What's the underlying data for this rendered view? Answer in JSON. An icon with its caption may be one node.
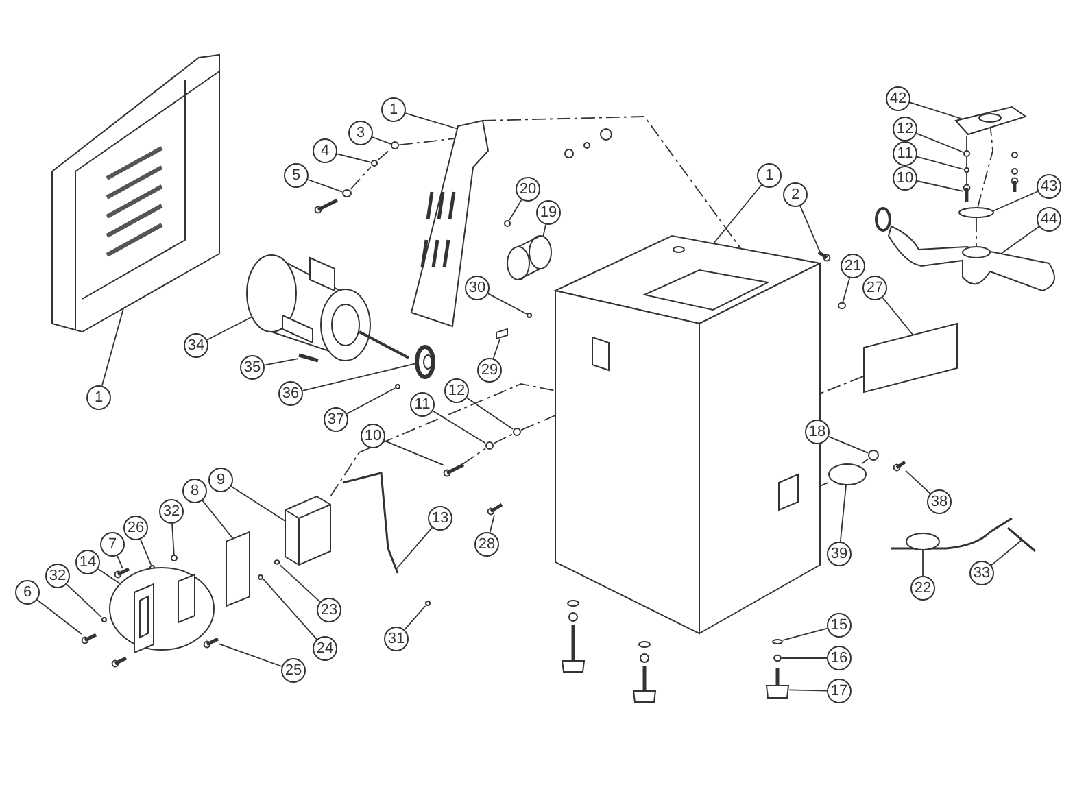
{
  "diagram": {
    "nodes": [
      {
        "text": [
          "42"
        ]
      },
      {
        "text": [
          "1"
        ]
      },
      {
        "text": [
          "12"
        ]
      },
      {
        "text": [
          "3"
        ]
      },
      {
        "text": [
          "4"
        ]
      },
      {
        "text": [
          "11"
        ]
      },
      {
        "text": [
          "1"
        ]
      },
      {
        "text": [
          "5"
        ]
      },
      {
        "text": [
          "10"
        ]
      },
      {
        "text": [
          "43"
        ]
      },
      {
        "text": [
          "20"
        ]
      },
      {
        "text": [
          "2"
        ]
      },
      {
        "text": [
          "19"
        ]
      },
      {
        "text": [
          "44"
        ]
      },
      {
        "text": [
          "21"
        ]
      },
      {
        "text": [
          "30"
        ]
      },
      {
        "text": [
          "27"
        ]
      },
      {
        "text": [
          "34"
        ]
      },
      {
        "text": [
          "35"
        ]
      },
      {
        "text": [
          "29"
        ]
      },
      {
        "text": [
          "12"
        ]
      },
      {
        "text": [
          "36"
        ]
      },
      {
        "text": [
          "1"
        ]
      },
      {
        "text": [
          "11"
        ]
      },
      {
        "text": [
          "37"
        ]
      },
      {
        "text": [
          "18"
        ]
      },
      {
        "text": [
          "10"
        ]
      },
      {
        "text": [
          "9"
        ]
      },
      {
        "text": [
          "8"
        ]
      },
      {
        "text": [
          "38"
        ]
      },
      {
        "text": [
          "32"
        ]
      },
      {
        "text": [
          "13"
        ]
      },
      {
        "text": [
          "26"
        ]
      },
      {
        "text": [
          "28"
        ]
      },
      {
        "text": [
          "7"
        ]
      },
      {
        "text": [
          "39"
        ]
      },
      {
        "text": [
          "14"
        ]
      },
      {
        "text": [
          "33"
        ]
      },
      {
        "text": [
          "32"
        ]
      },
      {
        "text": [
          "22"
        ]
      },
      {
        "text": [
          "6"
        ]
      },
      {
        "text": [
          "15"
        ]
      },
      {
        "text": [
          "23"
        ]
      },
      {
        "text": [
          "16"
        ]
      },
      {
        "text": [
          "31"
        ]
      },
      {
        "text": [
          "24"
        ]
      },
      {
        "text": [
          "17"
        ]
      },
      {
        "text": [
          "25"
        ]
      },
      {
        "text": [],
        "shape": "picture"
      },
      {
        "text": [],
        "shape": "picture"
      },
      {
        "text": [],
        "shape": "circle"
      },
      {
        "text": [],
        "shape": "circle"
      },
      {
        "text": [],
        "shape": "circle"
      },
      {
        "text": [],
        "shape": "picture"
      },
      {
        "text": [],
        "shape": "picture"
      },
      {
        "text": [],
        "shape": "picture"
      },
      {
        "text": [],
        "shape": "circle"
      },
      {
        "text": [],
        "shape": "circle"
      },
      {
        "text": [],
        "shape": "picture"
      },
      {
        "text": [],
        "shape": "picture"
      },
      {
        "text": [],
        "shape": "picture"
      },
      {
        "text": [],
        "shape": "circle"
      },
      {
        "text": [],
        "shape": "box"
      },
      {
        "text": [],
        "shape": "picture"
      },
      {
        "text": [],
        "shape": "circle"
      },
      {
        "text": [],
        "shape": "circle"
      },
      {
        "text": [],
        "shape": "picture"
      },
      {
        "text": [],
        "shape": "circle"
      },
      {
        "text": [],
        "shape": "picture"
      },
      {
        "text": [],
        "shape": "circle"
      },
      {
        "text": [],
        "shape": "box"
      },
      {
        "text": [],
        "shape": "circle"
      },
      {
        "text": [],
        "shape": "circle"
      },
      {
        "text": [],
        "shape": "picture"
      },
      {
        "text": [],
        "shape": "picture"
      },
      {
        "text": [],
        "shape": "box"
      },
      {
        "text": [],
        "shape": "circle"
      },
      {
        "text": [],
        "shape": "picture"
      },
      {
        "text": [],
        "shape": "circle"
      },
      {
        "text": [],
        "shape": "picture"
      },
      {
        "text": [],
        "shape": "picture"
      },
      {
        "text": [],
        "shape": "picture"
      },
      {
        "text": [],
        "shape": "circle"
      },
      {
        "text": [],
        "shape": "picture"
      },
      {
        "text": [],
        "shape": "circle"
      },
      {
        "text": [],
        "shape": "circle"
      },
      {
        "text": [],
        "shape": "picture"
      },
      {
        "text": [],
        "shape": "circle"
      },
      {
        "text": [],
        "shape": "circle"
      },
      {
        "text": [],
        "shape": "picture"
      },
      {
        "text": [],
        "shape": "circle"
      },
      {
        "text": [],
        "shape": "picture"
      },
      {
        "text": [],
        "shape": "picture"
      },
      {
        "text": [],
        "shape": "circle"
      },
      {
        "text": [],
        "shape": "circle"
      },
      {
        "text": [],
        "shape": "picture"
      }
    ],
    "edges": [
      {
        "from": 0,
        "to": 63,
        "arrow": "none"
      },
      {
        "from": 1,
        "to": 49,
        "arrow": "none"
      },
      {
        "from": 2,
        "to": 64,
        "arrow": "none"
      },
      {
        "from": 3,
        "to": 50,
        "arrow": "none"
      },
      {
        "from": 4,
        "to": 51,
        "arrow": "none"
      },
      {
        "from": 5,
        "to": 65,
        "arrow": "none"
      },
      {
        "from": 6,
        "to": 59,
        "arrow": "none"
      },
      {
        "from": 7,
        "to": 52,
        "arrow": "none"
      },
      {
        "from": 8,
        "to": 66,
        "arrow": "none"
      },
      {
        "from": 9,
        "to": 67,
        "arrow": "none"
      },
      {
        "from": 10,
        "to": 57,
        "arrow": "none"
      },
      {
        "from": 11,
        "to": 60,
        "arrow": "none"
      },
      {
        "from": 12,
        "to": 58,
        "arrow": "none"
      },
      {
        "from": 13,
        "to": 68,
        "arrow": "none"
      },
      {
        "from": 14,
        "to": 61,
        "arrow": "none"
      },
      {
        "from": 15,
        "to": 69,
        "arrow": "none"
      },
      {
        "from": 16,
        "to": 62,
        "arrow": "none"
      },
      {
        "from": 17,
        "to": 53,
        "arrow": "none"
      },
      {
        "from": 18,
        "to": 54,
        "arrow": "none"
      },
      {
        "from": 19,
        "to": 70,
        "arrow": "none"
      },
      {
        "from": 20,
        "to": 71,
        "arrow": "none"
      },
      {
        "from": 21,
        "to": 55,
        "arrow": "none"
      },
      {
        "from": 22,
        "to": 48,
        "arrow": "none"
      },
      {
        "from": 23,
        "to": 72,
        "arrow": "none"
      },
      {
        "from": 24,
        "to": 56,
        "arrow": "none"
      },
      {
        "from": 25,
        "to": 88,
        "arrow": "none"
      },
      {
        "from": 26,
        "to": 73,
        "arrow": "none"
      },
      {
        "from": 27,
        "to": 74,
        "arrow": "none"
      },
      {
        "from": 28,
        "to": 75,
        "arrow": "none"
      },
      {
        "from": 29,
        "to": 89,
        "arrow": "none"
      },
      {
        "from": 30,
        "to": 76,
        "arrow": "none"
      },
      {
        "from": 31,
        "to": 77,
        "arrow": "none"
      },
      {
        "from": 32,
        "to": 78,
        "arrow": "none"
      },
      {
        "from": 33,
        "to": 79,
        "arrow": "none"
      },
      {
        "from": 34,
        "to": 80,
        "arrow": "none"
      },
      {
        "from": 35,
        "to": 90,
        "arrow": "none"
      },
      {
        "from": 36,
        "to": 81,
        "arrow": "none"
      },
      {
        "from": 37,
        "to": 92,
        "arrow": "none"
      },
      {
        "from": 38,
        "to": 82,
        "arrow": "none"
      },
      {
        "from": 39,
        "to": 91,
        "arrow": "none"
      },
      {
        "from": 40,
        "to": 83,
        "arrow": "none"
      },
      {
        "from": 41,
        "to": 93,
        "arrow": "none"
      },
      {
        "from": 42,
        "to": 84,
        "arrow": "none"
      },
      {
        "from": 43,
        "to": 94,
        "arrow": "none"
      },
      {
        "from": 44,
        "to": 87,
        "arrow": "none"
      },
      {
        "from": 45,
        "to": 85,
        "arrow": "none"
      },
      {
        "from": 46,
        "to": 95,
        "arrow": "none"
      },
      {
        "from": 47,
        "to": 86,
        "arrow": "none"
      },
      {
        "from": 52,
        "to": 51,
        "arrow": "none",
        "style": "dashed"
      },
      {
        "from": 51,
        "to": 50,
        "arrow": "none",
        "style": "dashed"
      },
      {
        "from": 50,
        "to": 49,
        "arrow": "none",
        "style": "dashed"
      },
      {
        "from": 49,
        "to": 59,
        "arrow": "none",
        "style": "dashed"
      },
      {
        "from": 74,
        "to": 59,
        "arrow": "none",
        "style": "dashed"
      },
      {
        "from": 73,
        "to": 72,
        "arrow": "none",
        "style": "dashed"
      },
      {
        "from": 72,
        "to": 71,
        "arrow": "none",
        "style": "dashed"
      },
      {
        "from": 71,
        "to": 59,
        "arrow": "none",
        "style": "dashed"
      },
      {
        "from": 62,
        "to": 59,
        "arrow": "none",
        "style": "dashed"
      },
      {
        "from": 88,
        "to": 90,
        "arrow": "none",
        "style": "dashed"
      },
      {
        "from": 90,
        "to": 59,
        "arrow": "none",
        "style": "dashed"
      },
      {
        "from": 66,
        "to": 65,
        "arrow": "none",
        "style": "dashed"
      },
      {
        "from": 65,
        "to": 64,
        "arrow": "none",
        "style": "dashed"
      },
      {
        "from": 64,
        "to": 63,
        "arrow": "none",
        "style": "dashed"
      },
      {
        "from": 63,
        "to": 67,
        "arrow": "none",
        "style": "dashed"
      },
      {
        "from": 67,
        "to": 68,
        "arrow": "none",
        "style": "dashed"
      }
    ]
  }
}
